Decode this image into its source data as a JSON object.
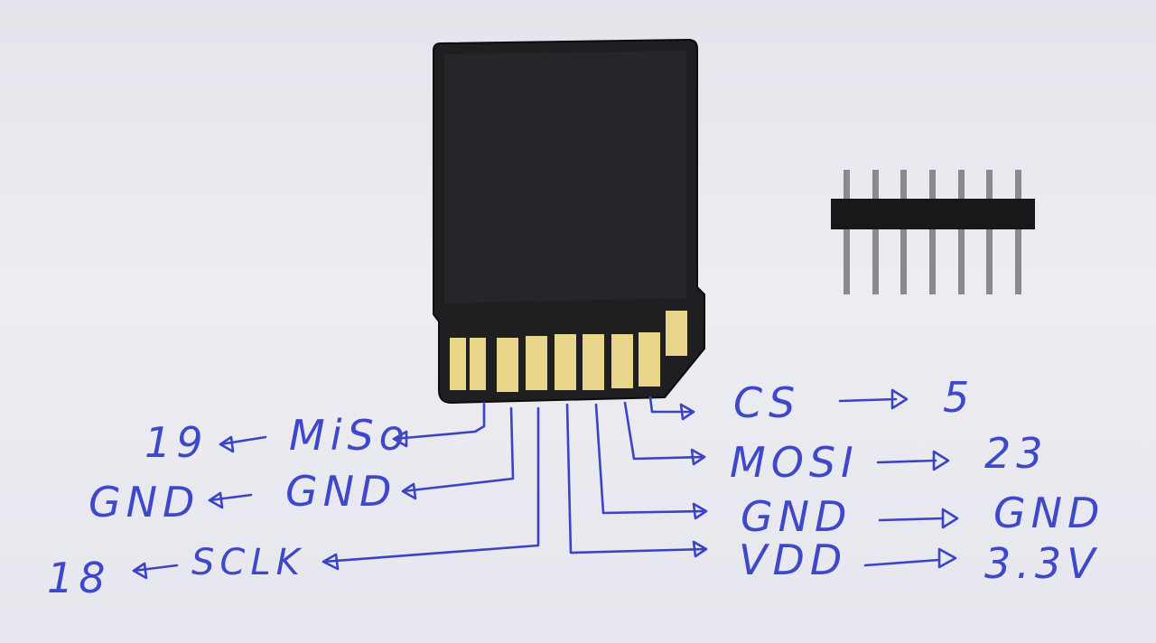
{
  "labels": {
    "miso": "MiSo",
    "miso_gpio": "19",
    "gnd_left": "GND",
    "gnd_left_target": "GND",
    "sclk": "SCLK",
    "sclk_gpio": "18",
    "cs": "CS",
    "cs_gpio": "5",
    "mosi": "MOSI",
    "mosi_gpio": "23",
    "gnd_right": "GND",
    "gnd_right_target": "GND",
    "vdd": "VDD",
    "vdd_target": "3.3V"
  },
  "colors": {
    "ink": "#3a44c4",
    "card_body": "#1f1f21",
    "contact_gold": "#e8d58a",
    "paper": "#e9e9ef"
  }
}
